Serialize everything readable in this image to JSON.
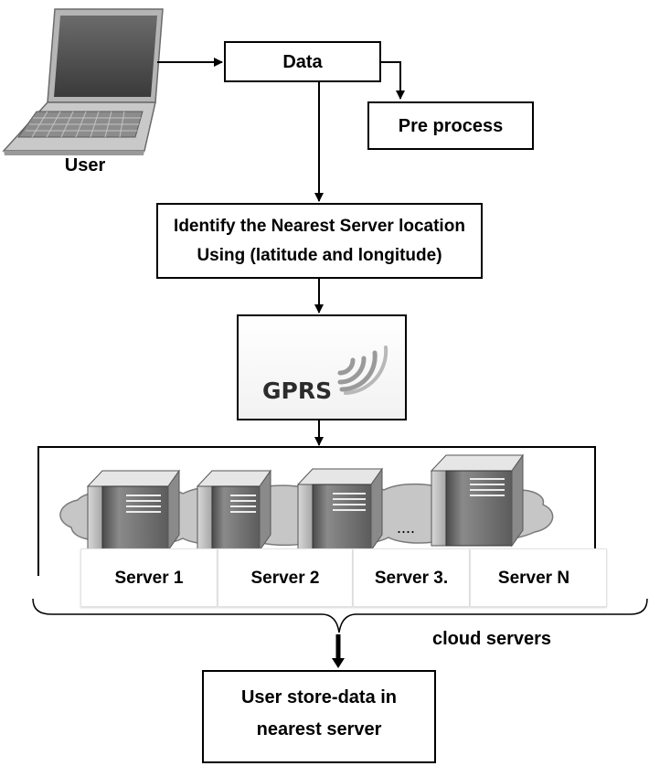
{
  "user_label": "User",
  "data_label": "Data",
  "preprocess_label": "Pre process",
  "identify_line1": "Identify the Nearest Server location",
  "identify_line2": "Using (latitude and longitude)",
  "gprs_label": "GPRS",
  "ellipsis": "....",
  "servers": [
    "Server 1",
    "Server 2",
    "Server 3.",
    "Server N"
  ],
  "cloud_label": "cloud servers",
  "store_line1": "User store-data in",
  "store_line2": "nearest server"
}
